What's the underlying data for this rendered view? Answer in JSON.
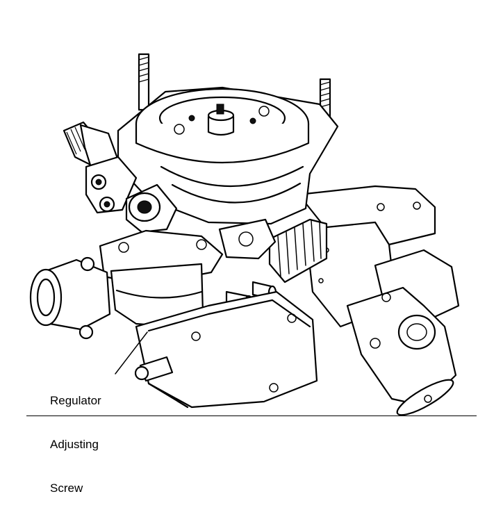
{
  "callout": {
    "line1": "Regulator",
    "line2": "Adjusting",
    "line3": "Screw"
  },
  "colors": {
    "ink": "#000000",
    "paper": "#ffffff"
  }
}
